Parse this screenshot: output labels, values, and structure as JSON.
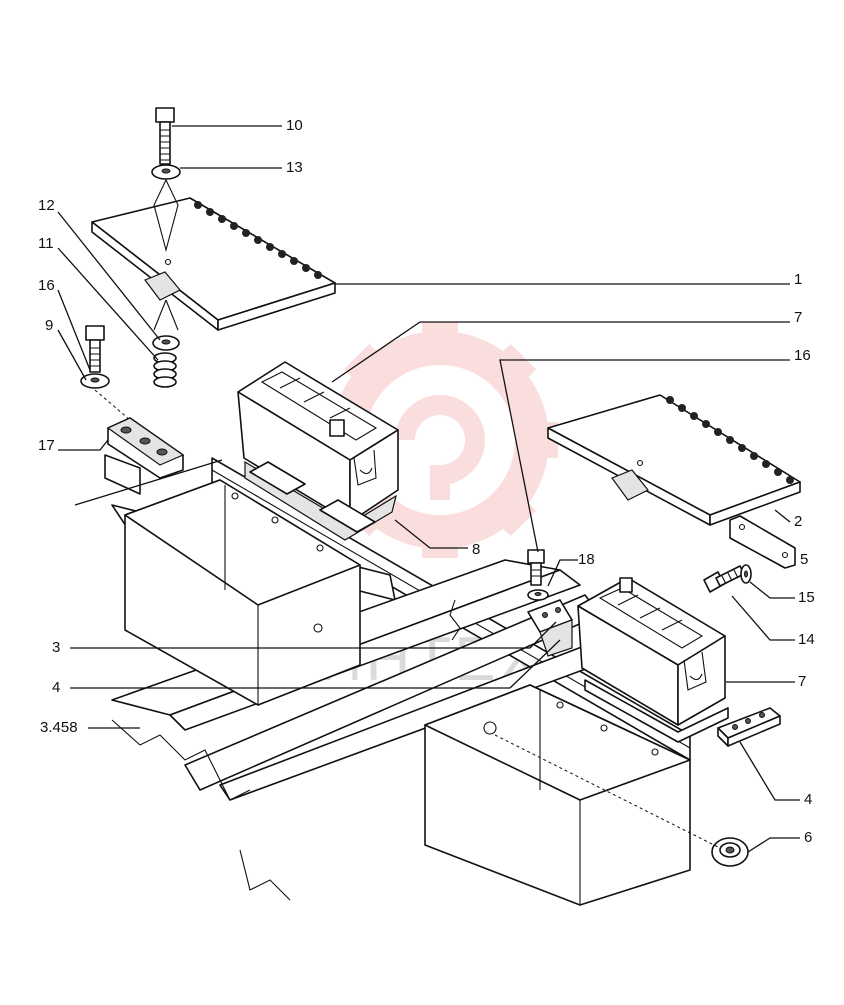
{
  "watermark": {
    "text": "ИНТЕХ",
    "color": "#e23b3b"
  },
  "callouts": [
    {
      "id": "c-10",
      "label": "10"
    },
    {
      "id": "c-13",
      "label": "13"
    },
    {
      "id": "c-12",
      "label": "12"
    },
    {
      "id": "c-11",
      "label": "11"
    },
    {
      "id": "c-16a",
      "label": "16"
    },
    {
      "id": "c-9",
      "label": "9"
    },
    {
      "id": "c-17",
      "label": "17"
    },
    {
      "id": "c-1",
      "label": "1"
    },
    {
      "id": "c-7a",
      "label": "7"
    },
    {
      "id": "c-16b",
      "label": "16"
    },
    {
      "id": "c-8",
      "label": "8"
    },
    {
      "id": "c-2",
      "label": "2"
    },
    {
      "id": "c-5",
      "label": "5"
    },
    {
      "id": "c-18",
      "label": "18"
    },
    {
      "id": "c-15",
      "label": "15"
    },
    {
      "id": "c-3",
      "label": "3"
    },
    {
      "id": "c-14",
      "label": "14"
    },
    {
      "id": "c-4a",
      "label": "4"
    },
    {
      "id": "c-7b",
      "label": "7"
    },
    {
      "id": "c-3458",
      "label": "3.458"
    },
    {
      "id": "c-4b",
      "label": "4"
    },
    {
      "id": "c-6",
      "label": "6"
    }
  ]
}
